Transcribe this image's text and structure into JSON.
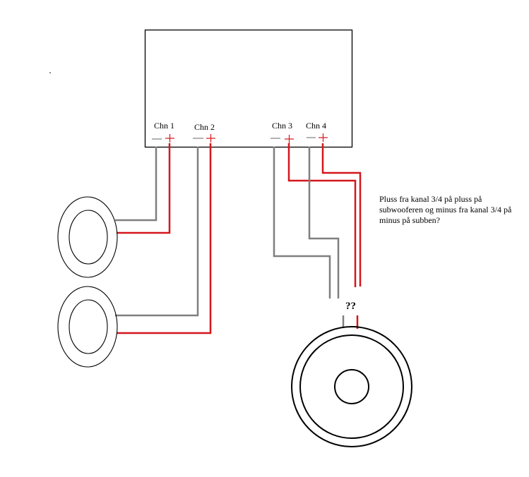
{
  "channels": [
    {
      "label": "Chn 1",
      "minus": "—",
      "plus": "+"
    },
    {
      "label": "Chn 2",
      "minus": "—",
      "plus": "+"
    },
    {
      "label": "Chn 3",
      "minus": "—",
      "plus": "+"
    },
    {
      "label": "Chn 4",
      "minus": "—",
      "plus": "+"
    }
  ],
  "note": "Pluss fra kanal 3/4 på pluss på subwooferen og minus fra kanal 3/4 på minus på subben?",
  "question_marks": "??",
  "colors": {
    "positive_wire": "#d4161c",
    "negative_wire": "#7f7f7f",
    "outline": "#000000"
  }
}
